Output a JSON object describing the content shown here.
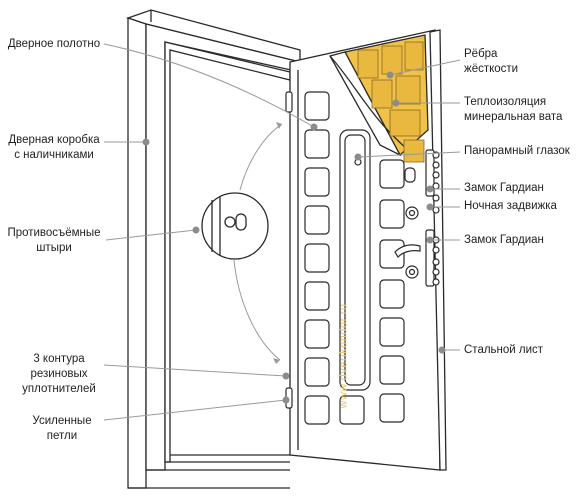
{
  "labels_left": [
    {
      "id": "door-leaf",
      "text": "Дверное полотно"
    },
    {
      "id": "door-frame",
      "text": "Дверная коробка\nс наличниками"
    },
    {
      "id": "anti-removal-pins",
      "text": "Противосъёмные\nштыри"
    },
    {
      "id": "rubber-seals",
      "text": "3 контура\nрезиновых\nуплотнителей"
    },
    {
      "id": "reinforced-hinges",
      "text": "Усиленные\nпетли"
    }
  ],
  "labels_right": [
    {
      "id": "stiffening-ribs",
      "text": "Рёбра\nжёсткости"
    },
    {
      "id": "mineral-wool",
      "text": "Теплоизоляция\nминеральная вата"
    },
    {
      "id": "peephole",
      "text": "Панорамный глазок"
    },
    {
      "id": "guardian-lock-top",
      "text": "Замок Гардиан"
    },
    {
      "id": "night-latch",
      "text": "Ночная задвижка"
    },
    {
      "id": "guardian-lock-bottom",
      "text": "Замок Гардиан"
    },
    {
      "id": "steel-sheet",
      "text": "Стальной лист"
    }
  ],
  "watermark": "www.dverikondor.ru",
  "colors": {
    "line": "#2a2a2a",
    "leader": "#9a9a9a",
    "dot": "#8c8c8c",
    "insulation": "#f0c24a",
    "panel": "#ffffff"
  }
}
